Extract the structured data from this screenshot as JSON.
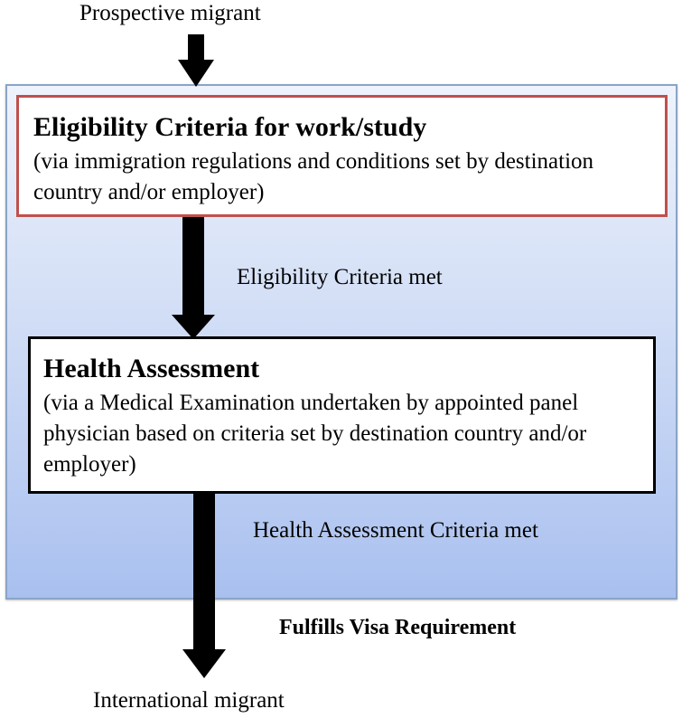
{
  "diagram": {
    "start_label": "Prospective migrant",
    "steps": [
      {
        "title": "Eligibility  Criteria for work/study",
        "body": "(via immigration regulations and conditions set by destination country and/or employer)",
        "border_color": "#c0504d"
      },
      {
        "title": "Health Assessment",
        "body": "(via a Medical Examination undertaken by appointed panel physician based on criteria set by destination country and/or employer)",
        "border_color": "#000000"
      }
    ],
    "connector_labels": [
      "Eligibility Criteria met",
      "Health Assessment Criteria met"
    ],
    "outcome_label": "Fulfills Visa Requirement",
    "end_label": "International migrant",
    "colors": {
      "panel_top": "#eef3fc",
      "panel_bottom": "#a9c0ef",
      "panel_border": "#8aa4c8",
      "arrow": "#000000"
    }
  }
}
